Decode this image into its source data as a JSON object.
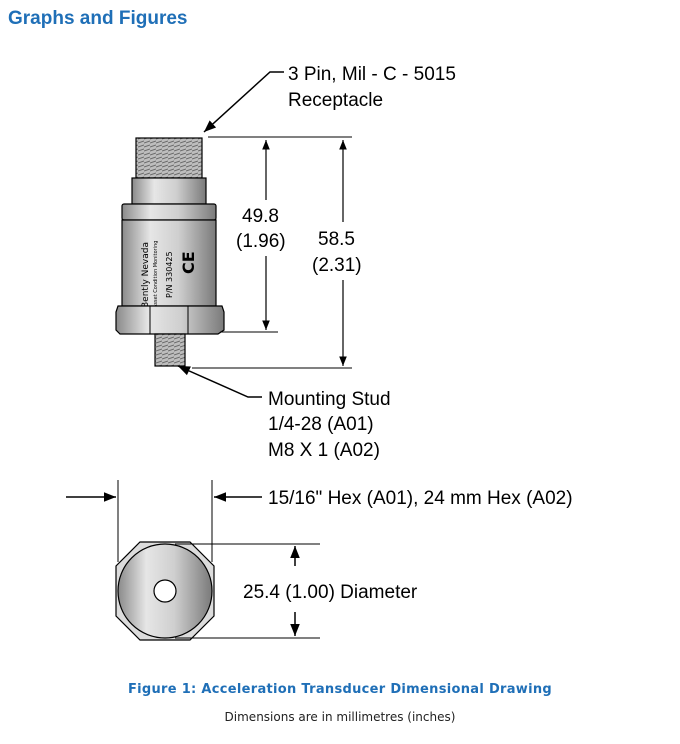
{
  "section_title": "Graphs and Figures",
  "labels": {
    "connector_line1": "3 Pin, Mil - C - 5015",
    "connector_line2": "Receptacle",
    "dim_body_mm": "49.8",
    "dim_body_in": "(1.96)",
    "dim_total_mm": "58.5",
    "dim_total_in": "(2.31)",
    "stud_line1": "Mounting Stud",
    "stud_line2": "1/4-28 (A01)",
    "stud_line3": "M8 X 1 (A02)",
    "hex": "15/16\" Hex (A01), 24 mm Hex (A02)",
    "diameter": "25.4 (1.00) Diameter"
  },
  "sensor_markings": {
    "brand": "Bently Nevada",
    "subtitle": "Asset Condition Monitoring",
    "pn": "P/N 330425",
    "ce": "CE"
  },
  "caption": {
    "figure": "Figure 1:  Acceleration Transducer Dimensional Drawing",
    "note": "Dimensions are in millimetres (inches)"
  }
}
